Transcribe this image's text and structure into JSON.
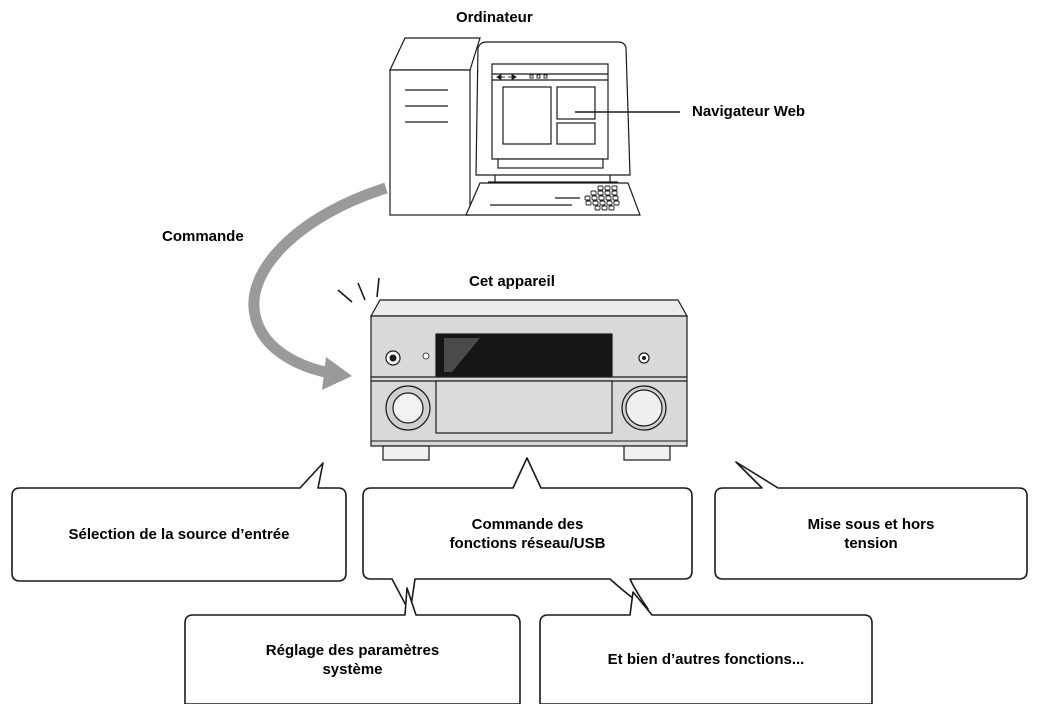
{
  "labels": {
    "computer": "Ordinateur",
    "browser": "Navigateur Web",
    "command": "Commande",
    "device": "Cet appareil"
  },
  "bubbles": {
    "input_select": [
      "Sélection de la source d’entrée"
    ],
    "network_usb": [
      "Commande des",
      "fonctions réseau/USB"
    ],
    "power": [
      "Mise sous et hors",
      "tension"
    ],
    "system_settings": [
      "Réglage des paramètres",
      "système"
    ],
    "other_functions": [
      "Et bien d’autres fonctions..."
    ]
  },
  "colors": {
    "stroke": "#1a1a1a",
    "arrow_gray": "#9a9a9a",
    "device_body": "#d9d9d9",
    "display": "#151515"
  }
}
